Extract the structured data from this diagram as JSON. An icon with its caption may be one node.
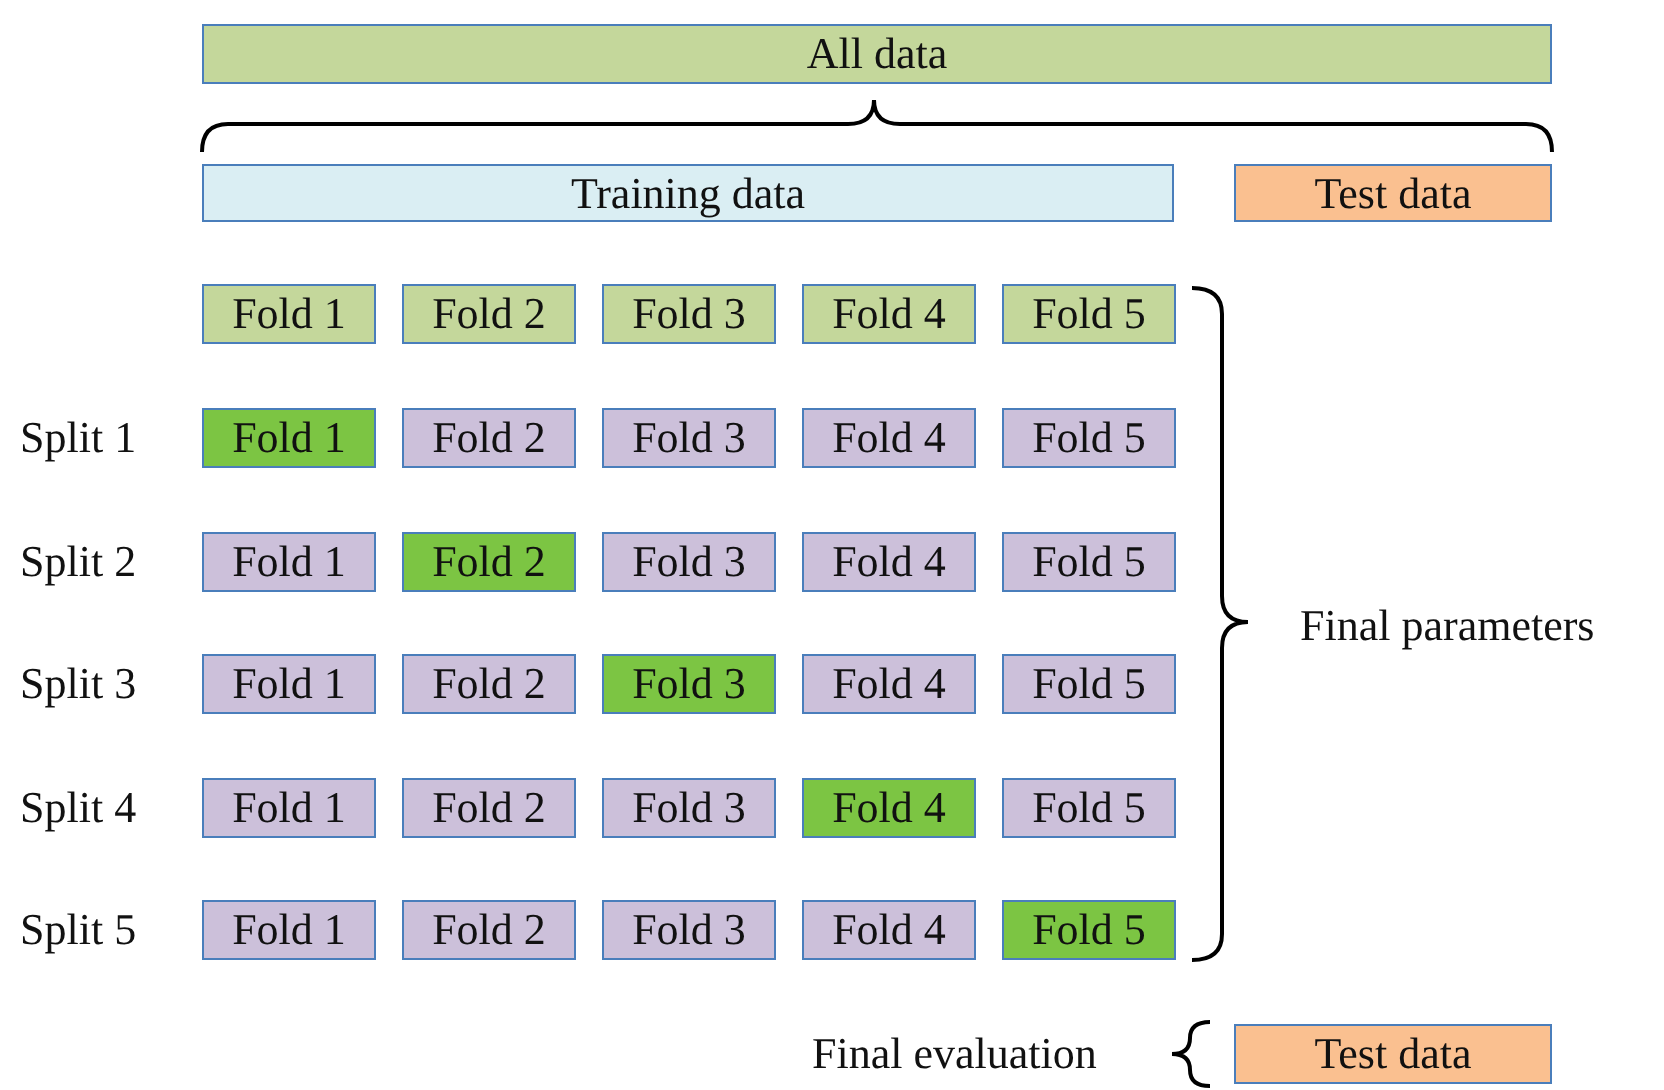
{
  "diagram": {
    "nodes": [
      {
        "text": [
          "All data"
        ]
      },
      {
        "text": [
          "Training data"
        ]
      },
      {
        "text": [
          "Test data"
        ]
      },
      {
        "text": [
          "Fold 1"
        ]
      },
      {
        "text": [
          "Fold 2"
        ]
      },
      {
        "text": [
          "Fold 3"
        ]
      },
      {
        "text": [
          "Fold 4"
        ]
      },
      {
        "text": [
          "Fold 5"
        ]
      },
      {
        "text": [
          "Fold 1"
        ]
      },
      {
        "text": [
          "Fold 2"
        ]
      },
      {
        "text": [
          "Fold 3"
        ]
      },
      {
        "text": [
          "Fold 4"
        ]
      },
      {
        "text": [
          "Fold 5"
        ]
      },
      {
        "text": [
          "Fold 1"
        ]
      },
      {
        "text": [
          "Fold 2"
        ]
      },
      {
        "text": [
          "Fold 3"
        ]
      },
      {
        "text": [
          "Fold 4"
        ]
      },
      {
        "text": [
          "Fold 5"
        ]
      },
      {
        "text": [
          "Fold 1"
        ]
      },
      {
        "text": [
          "Fold 2"
        ]
      },
      {
        "text": [
          "Fold 3"
        ]
      },
      {
        "text": [
          "Fold 4"
        ]
      },
      {
        "text": [
          "Fold 5"
        ]
      },
      {
        "text": [
          "Fold 1"
        ]
      },
      {
        "text": [
          "Fold 2"
        ]
      },
      {
        "text": [
          "Fold 3"
        ]
      },
      {
        "text": [
          "Fold 4"
        ]
      },
      {
        "text": [
          "Fold 5"
        ]
      },
      {
        "text": [
          "Fold 1"
        ]
      },
      {
        "text": [
          "Fold 2"
        ]
      },
      {
        "text": [
          "Fold 3"
        ]
      },
      {
        "text": [
          "Fold 4"
        ]
      },
      {
        "text": [
          "Fold 5"
        ]
      },
      {
        "text": [
          "Test data"
        ]
      }
    ],
    "labels": [
      "Split 1",
      "Split 2",
      "Split 3",
      "Final parameters",
      "Split 4",
      "Split 5",
      "Final evaluation"
    ]
  }
}
